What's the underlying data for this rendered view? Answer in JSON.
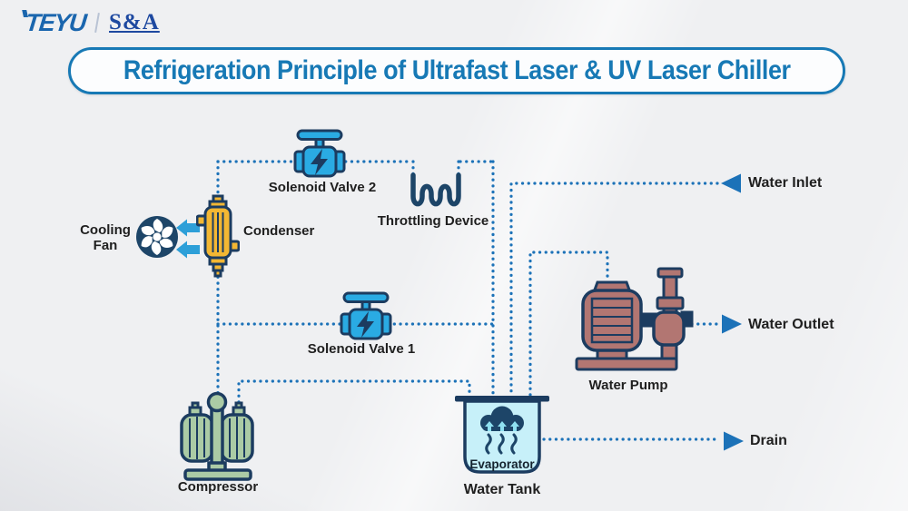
{
  "logo": {
    "brand": "TEYU",
    "divider": "|",
    "sub_brand": "S&A"
  },
  "title": "Refrigeration Principle of Ultrafast Laser & UV Laser Chiller",
  "components": {
    "solenoid_valve_2": "Solenoid Valve 2",
    "throttling_device": "Throttling Device",
    "condenser": "Condenser",
    "cooling_fan": "Cooling Fan",
    "solenoid_valve_1": "Solenoid Valve 1",
    "compressor": "Compressor",
    "water_tank": "Water Tank",
    "evaporator": "Evaporator",
    "water_pump": "Water Pump"
  },
  "ports": {
    "water_inlet": "Water Inlet",
    "water_outlet": "Water Outlet",
    "drain": "Drain"
  },
  "colors": {
    "accent-blue": "#1779b5",
    "pipe-blue": "#1c72b8",
    "valve-blue": "#2aabe3",
    "outline-navy": "#1c3c60",
    "coil-navy": "#1d4568",
    "condenser-gold": "#f3b733",
    "compressor-green": "#abcba5",
    "pump-maroon": "#b27672",
    "tank-cyan": "#c7f0f9",
    "arrow-blue": "#2d9fd8",
    "label-dark": "#1f1f1f",
    "logo-blue": "#1a66ae",
    "logo-navy": "#1e49a0"
  }
}
